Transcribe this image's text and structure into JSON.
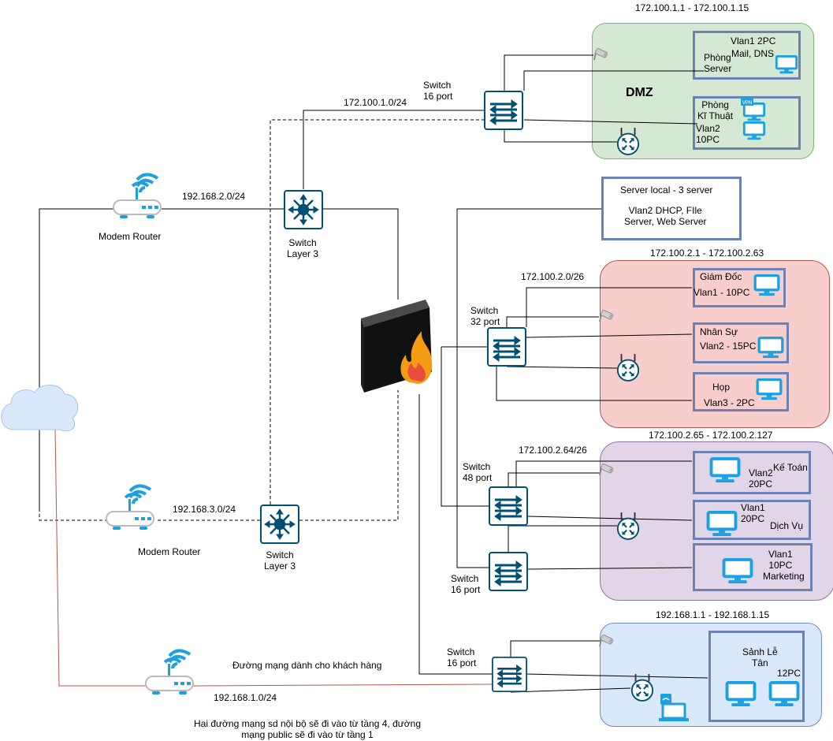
{
  "colors": {
    "dmz_zone": "#d5e8d4",
    "red_zone": "#f8cecc",
    "purple_zone": "#e1d5e7",
    "blue_zone": "#dae8fc",
    "box_border": "#6c82b5",
    "icon_blue": "#1ba1e2",
    "guest_link": "#b85450"
  },
  "dmz": {
    "range": "172.100.1.1 - 172.100.1.15",
    "title": "DMZ",
    "server_room_vlan": "Vlan1 2PC",
    "server_room_services": "Mail, DNS",
    "server_room_name": "Phòng\nServer",
    "tech_room_name": "Phòng\nKĩ Thuật",
    "tech_room_vlan": "Vlan2\n10PC",
    "vpn_badge": "VPN"
  },
  "switches": {
    "dmz_switch": "Switch\n16 port",
    "l3_top": "Switch\nLayer 3",
    "l3_bottom": "Switch\nLayer 3",
    "red_switch": "Switch\n32 port",
    "purple_switch_48": "Switch\n48 port",
    "purple_switch_16": "Switch\n16 port",
    "guest_switch": "Switch\n16 port"
  },
  "subnets": {
    "dmz_subnet": "172.100.1.0/24",
    "top_router_subnet": "192.168.2.0/24",
    "bottom_router_subnet": "192.168.3.0/24",
    "red_subnet": "172.100.2.0/26",
    "purple_subnet": "172.100.2.64/26",
    "guest_subnet": "192.168.1.0/24"
  },
  "routers": {
    "top": "Modem Router",
    "bottom": "Modem Router"
  },
  "server_local": {
    "title": "Server local - 3 server",
    "detail": "Vlan2 DHCP, FIle\nServer, Web Server"
  },
  "red_zone": {
    "range": "172.100.2.1 - 172.100.2.63",
    "director_name": "Giám Đốc",
    "director_vlan": "Vlan1 - 10PC",
    "hr_name": "Nhân Sự",
    "hr_vlan": "Vlan2 - 15PC",
    "meeting_name": "Họp",
    "meeting_vlan": "Vlan3 - 2PC"
  },
  "purple_zone": {
    "range": "172.100.2.65 - 172.100.2.127",
    "acct_vlan": "Vlan2\n20PC",
    "acct_name": "Kế Toán",
    "service_vlan": "Vlan1\n20PC",
    "service_name": "Dịch Vụ",
    "marketing_vlan": "Vlan1\n10PC",
    "marketing_name": "Marketing"
  },
  "guest_zone": {
    "range": "192.168.1.1 - 192.168.1.15",
    "lobby_name": "Sảnh Lễ\nTân",
    "lobby_count": "12PC",
    "guest_line_label": "Đường mạng dành cho khách hàng"
  },
  "note": "Hai đường mạng sd nội bộ sẽ đi vào từ tầng 4, đường\nmạng public sẽ đi vào từ tầng 1"
}
